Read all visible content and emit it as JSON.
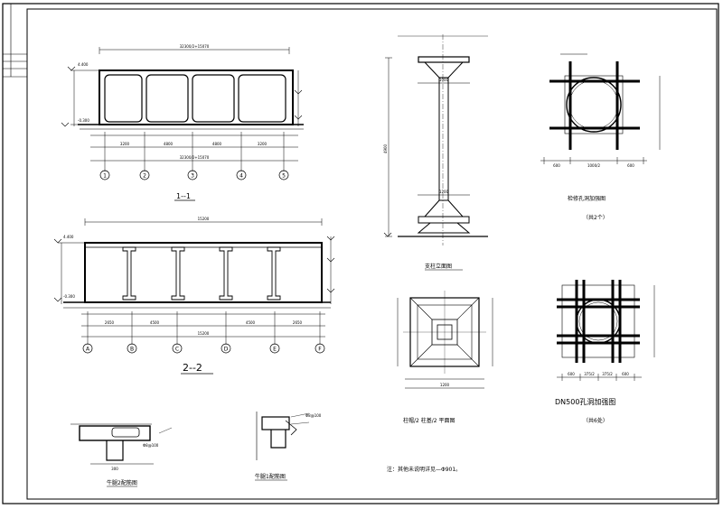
{
  "labels": {
    "sec11": "1--1",
    "sec22": "2--2",
    "col_elev": "支柱立面图",
    "col_plan": "柱帽/2  柱基/2  平面图",
    "manhole": "检修孔洞加强图",
    "manhole_qty": "（共2个）",
    "dn500": "DN500孔洞加强图",
    "dn500_qty": "（共6处）",
    "beam2": "牛腿2配筋图",
    "beam1": "牛腿1配筋图",
    "note": "注：其他未说明详见—Φ901。"
  },
  "grid1": [
    "1",
    "2",
    "3",
    "4",
    "5"
  ],
  "grid2": [
    "A",
    "B",
    "C",
    "D",
    "E",
    "F"
  ],
  "dims": {
    "d1_top": "32300/2+15070",
    "d1_bottom": "32300/2+15070",
    "d1_a": "3200",
    "d1_b": "4800",
    "d1_c": "4800",
    "d1_d": "3200",
    "d2_top": "15200",
    "d2_bottom": "15200",
    "d2_a": "2650",
    "d2_b": "4500",
    "d2_c": "4500",
    "d2_d": "2650",
    "col_height": "4900",
    "col_cap": "1000",
    "col_base": "1200",
    "plan_w": "1200",
    "manhole_bot": "1000/2",
    "manhole_side": "600",
    "dn_a": "600",
    "dn_b": "375/2",
    "dn_c": "375/2",
    "dn_d": "600",
    "elev_top": "4.400",
    "elev_bot": "-0.300",
    "beam_dim": "300",
    "beam_bar": "Φ8@100"
  }
}
